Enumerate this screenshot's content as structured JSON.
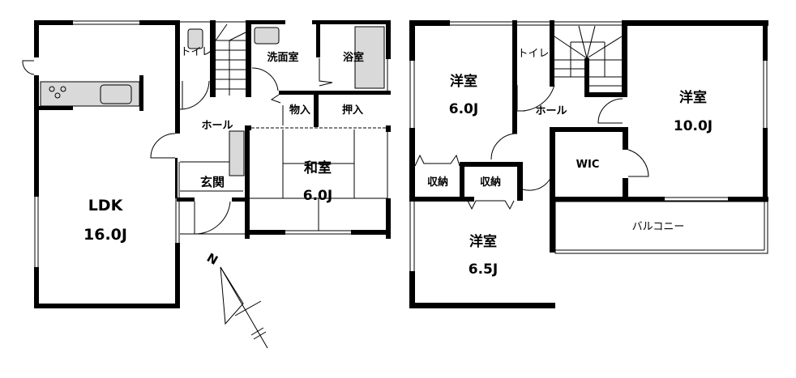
{
  "floor1": {
    "rooms": {
      "ldk": {
        "name": "LDK",
        "size": "16.0J"
      },
      "toilet": {
        "name": "トイレ"
      },
      "washroom": {
        "name": "洗面室"
      },
      "bath": {
        "name": "浴室"
      },
      "storage": {
        "name": "物入"
      },
      "closet": {
        "name": "押入"
      },
      "hall": {
        "name": "ホール"
      },
      "entrance": {
        "name": "玄関"
      },
      "washitsu": {
        "name": "和室",
        "size": "6.0J"
      }
    },
    "compass": "N"
  },
  "floor2": {
    "rooms": {
      "room_a": {
        "name": "洋室",
        "size": "6.0J"
      },
      "toilet": {
        "name": "トイレ"
      },
      "hall": {
        "name": "ホール"
      },
      "room_b": {
        "name": "洋室",
        "size": "10.0J"
      },
      "storage1": {
        "name": "収納"
      },
      "storage2": {
        "name": "収納"
      },
      "wic": {
        "name": "WIC"
      },
      "room_c": {
        "name": "洋室",
        "size": "6.5J"
      },
      "balcony": {
        "name": "バルコニー"
      }
    }
  },
  "colors": {
    "wall": "#000000",
    "fixture": "#d9d9d9",
    "background": "#ffffff"
  }
}
